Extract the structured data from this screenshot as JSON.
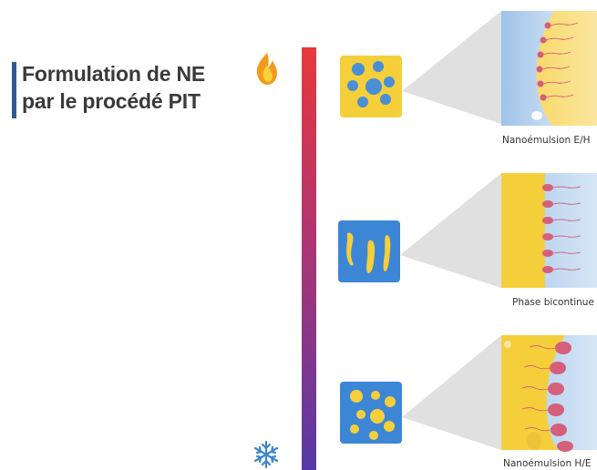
{
  "title": {
    "line1": "Formulation de NE",
    "line2": "par le procédé PIT"
  },
  "captions": {
    "top": "Nanoémulsion E/H",
    "middle": "Phase bicontinue",
    "bottom": "Nanoémulsion H/E"
  },
  "icons": {
    "hot": "flame-icon",
    "cold": "snowflake-icon"
  },
  "colors": {
    "temperature_hot": "#e53a3a",
    "temperature_cold": "#5b3aa8",
    "oil": "#f5cf3a",
    "water": "#3f8ad4",
    "accent_bar": "#2f5b93"
  }
}
